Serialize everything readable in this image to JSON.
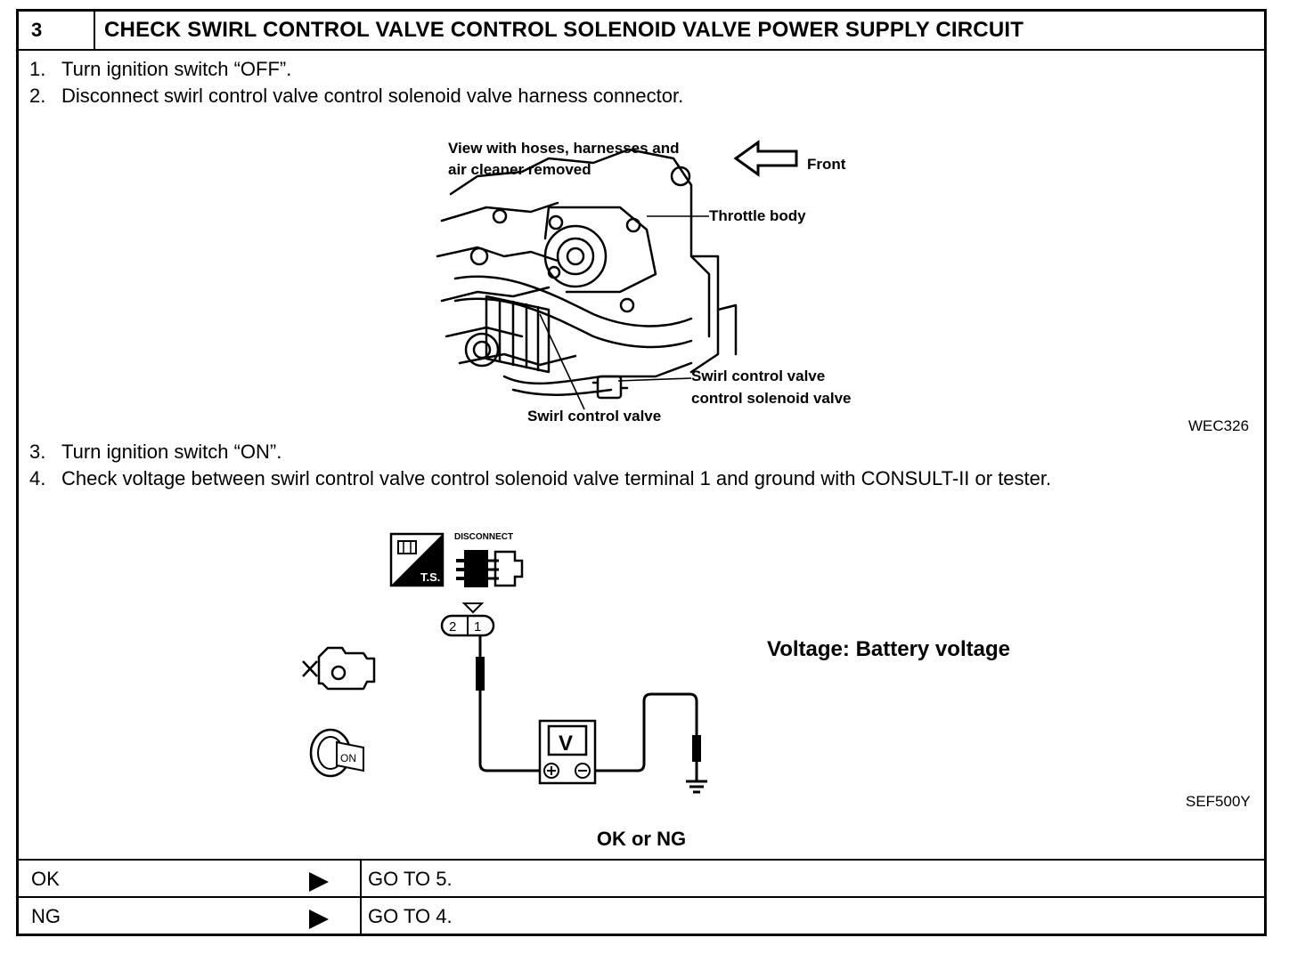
{
  "header": {
    "step_number": "3",
    "title": "CHECK SWIRL CONTROL VALVE CONTROL SOLENOID VALVE POWER SUPPLY CIRCUIT"
  },
  "steps": [
    {
      "num": "1.",
      "text": "Turn ignition switch “OFF”."
    },
    {
      "num": "2.",
      "text": "Disconnect swirl control valve control solenoid valve harness connector."
    },
    {
      "num": "3.",
      "text": "Turn ignition switch “ON”."
    },
    {
      "num": "4.",
      "text": "Check voltage between swirl control valve control solenoid valve terminal 1 and ground with CONSULT-II or tester."
    }
  ],
  "figure1": {
    "view_note_line1": "View with hoses, harnesses and",
    "view_note_line2": "air cleaner removed",
    "front_label": "Front",
    "throttle_label": "Throttle body",
    "solenoid_label_line1": "Swirl control valve",
    "solenoid_label_line2": "control solenoid valve",
    "valve_label": "Swirl control valve",
    "code": "WEC326"
  },
  "figure2": {
    "disconnect_label": "DISCONNECT",
    "ts_label": "T.S.",
    "terminal_2": "2",
    "terminal_1": "1",
    "meter_label": "V",
    "key_label": "ON",
    "code": "SEF500Y"
  },
  "spec": "Voltage: Battery voltage",
  "decision": "OK or NG",
  "results": [
    {
      "result": "OK",
      "action": "GO TO 5."
    },
    {
      "result": "NG",
      "action": "GO TO 4."
    }
  ]
}
